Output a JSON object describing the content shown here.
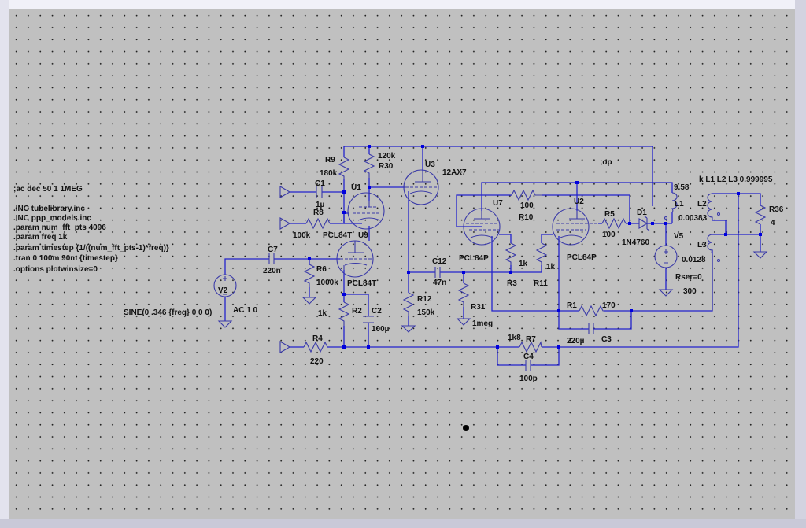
{
  "app": "LTspice schematic editor",
  "spice_directives": [
    ";ac dec 50 1 1MEG",
    ".INC tubelibrary.inc",
    ".INC ppp_models.inc",
    ".param num_fft_pts 4096",
    ".param freq 1k",
    ".param timestep {1/((num_fft_pts-1)*freq)}",
    ".tran 0 100m 90m {timestep}",
    ".options plotwinsize=0"
  ],
  "op_comment": ";op",
  "coupling_directive": "k L1 L2 L3 0.999995",
  "components": {
    "R9": {
      "name": "R9",
      "value": "180k"
    },
    "R30": {
      "name": "R30",
      "value": "120k"
    },
    "C1": {
      "name": "C1",
      "value": "1µ"
    },
    "R8": {
      "name": "R8",
      "value": "100k"
    },
    "U1": {
      "name": "U1",
      "model": "PCL84T"
    },
    "U9": {
      "name": "U9",
      "model": "PCL84T"
    },
    "U3": {
      "name": "U3",
      "model": "12AX7"
    },
    "C7": {
      "name": "C7",
      "value": "220n"
    },
    "R6": {
      "name": "R6",
      "value": "1000k"
    },
    "V2": {
      "name": "V2",
      "value": "AC 1 0",
      "source": "SINE(0 .346 {freq} 0 0 0)"
    },
    "R2": {
      "name": "R2",
      "value": "1k"
    },
    "C2": {
      "name": "C2",
      "value": "100µ"
    },
    "R4": {
      "name": "R4",
      "value": "220"
    },
    "C12": {
      "name": "C12",
      "value": "47n"
    },
    "R12": {
      "name": "R12",
      "value": "150k"
    },
    "R31": {
      "name": "R31",
      "value": "1meg"
    },
    "U7": {
      "name": "U7",
      "model": "PCL84P"
    },
    "U2": {
      "name": "U2",
      "model": "PCL84P"
    },
    "R10": {
      "name": "R10",
      "value": "100"
    },
    "R3": {
      "name": "R3",
      "value": "1k"
    },
    "R11": {
      "name": "R11",
      "value": "1k"
    },
    "R5": {
      "name": "R5",
      "value": "100"
    },
    "D1": {
      "name": "D1",
      "value": "1N4760"
    },
    "L1": {
      "name": "L1",
      "value": "9.58"
    },
    "L2": {
      "name": "L2",
      "value": "0.00383"
    },
    "L3": {
      "name": "L3",
      "value": "0.0128"
    },
    "V5": {
      "name": "V5",
      "value": "300",
      "rser": "Rser=0"
    },
    "R36": {
      "name": "R36",
      "value": "4"
    },
    "R1": {
      "name": "R1",
      "value": "170"
    },
    "C3": {
      "name": "C3",
      "value": "220µ"
    },
    "R7": {
      "name": "R7",
      "value": "1k8"
    },
    "C4": {
      "name": "C4",
      "value": "100p"
    }
  },
  "colors": {
    "wire": "#2222cc",
    "symbol": "#3a3aa8",
    "background": "#c0c0c0",
    "junction": "#0000dd"
  }
}
